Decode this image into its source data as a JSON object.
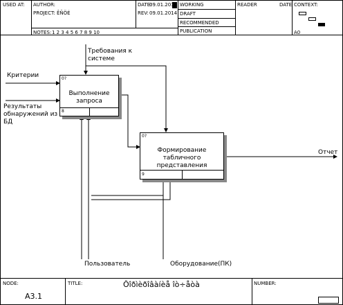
{
  "header": {
    "used_at_label": "USED AT:",
    "author_label": "AUTHOR:",
    "project_label": "PROJECT:",
    "project_value": "ÊÑÖÉ",
    "date_label": "DATE:",
    "date_value": "09.01.2014",
    "rev_label": "REV:",
    "rev_value": "09.01.2014",
    "notes_label": "NOTES:",
    "notes_numbers": "1  2  3  4  5  6  7  8  9  10",
    "status_items": [
      "WORKING",
      "DRAFT",
      "RECOMMENDED",
      "PUBLICATION"
    ],
    "reader_label": "READER",
    "reader_date_label": "DATE",
    "context_label": "CONTEXT:",
    "context_node": "A0"
  },
  "diagram": {
    "box1": {
      "title": "Выполнение запроса",
      "cost": "0?",
      "number": "8"
    },
    "box2": {
      "title": "Формирование табличного представления",
      "cost": "0?",
      "number": "9"
    },
    "inputs": [
      "Критерии",
      "Результаты обнаружений из БД"
    ],
    "control": "Требования к системе",
    "output": "Отчет",
    "mechanisms": [
      "Пользователь",
      "Оборудование(ПК)"
    ]
  },
  "footer": {
    "node_label": "NODE:",
    "node_value": "A3.1",
    "title_label": "TITLE:",
    "title_value": "Ôîðìèðîâàíèå îò÷åòà",
    "number_label": "NUMBER:"
  }
}
